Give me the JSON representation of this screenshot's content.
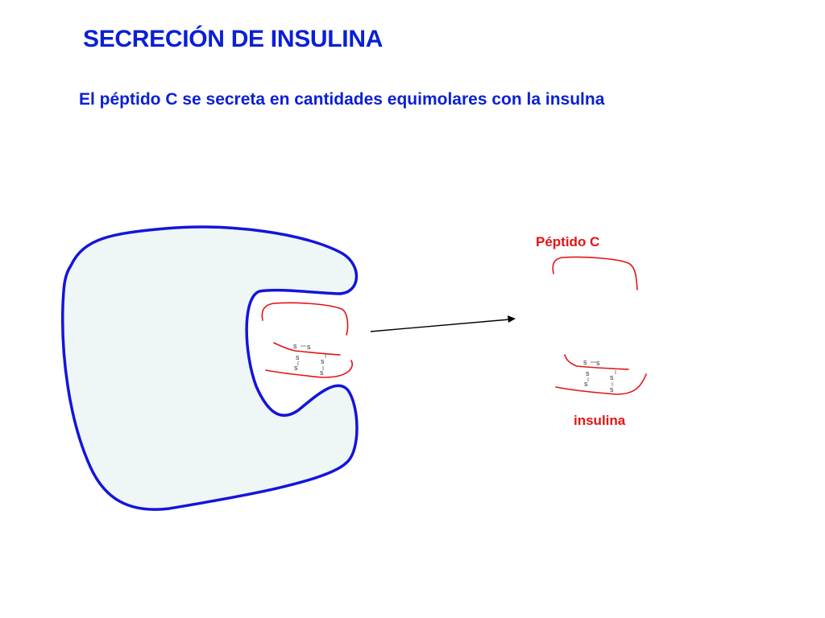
{
  "header": {
    "title": "SECRECIÓN DE INSULINA",
    "subtitle": "El péptido C se secreta en cantidades equimolares con la insulna"
  },
  "labels": {
    "peptide_c": "Péptido C",
    "insulin": "insulina"
  },
  "disulfide": {
    "s": "s"
  },
  "colors": {
    "text_blue": "#0a1fd6",
    "label_red": "#e41414",
    "cell_outline": "#1414dc",
    "cell_fill": "#eef6f6",
    "chain_red": "#e41414",
    "arrow": "#000000",
    "ss_text": "#333333"
  }
}
